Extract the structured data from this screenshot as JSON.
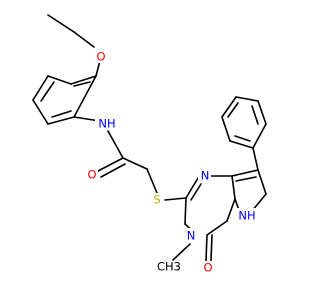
{
  "colors": {
    "carbon": "#000000",
    "oxygen": "#ff0000",
    "nitrogen": "#0000ff",
    "sulfur": "#b2b200",
    "background": "#ffffff"
  },
  "labels": {
    "ether_oxygen": "O",
    "amide_nitrogen": "NH",
    "carbonyl_oxygen": "O",
    "sulfur": "S",
    "ring_n1": "N",
    "ring_n3": "N",
    "methyl": "CH3",
    "ring_oxygen": "O",
    "pyrrole_nh": "NH"
  }
}
